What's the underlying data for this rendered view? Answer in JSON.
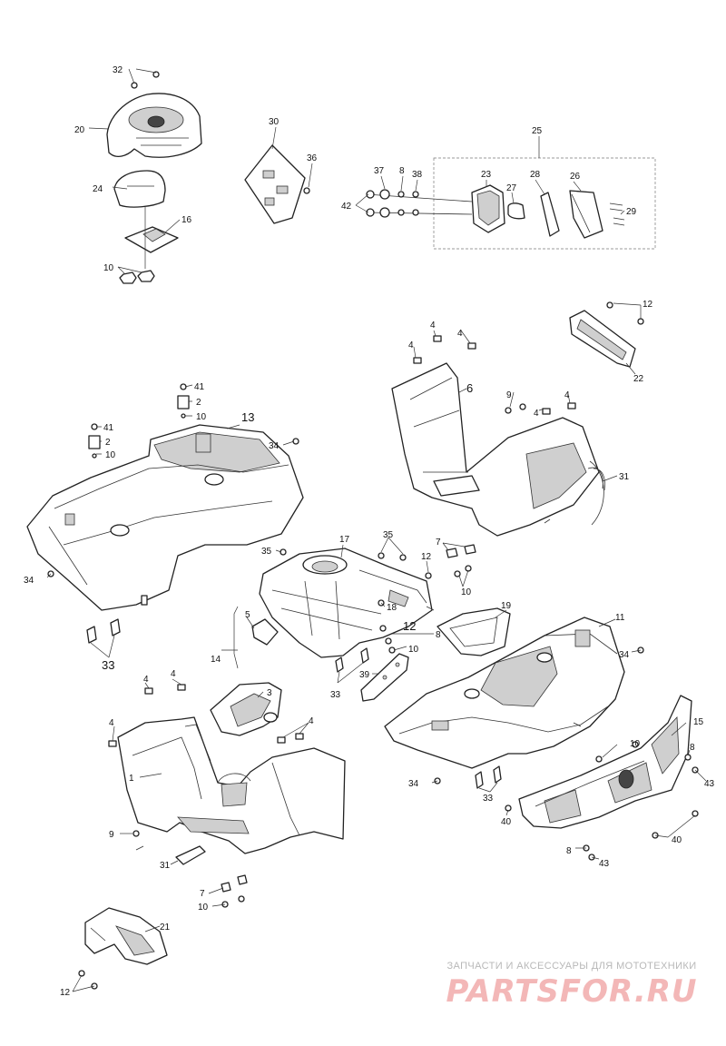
{
  "callouts": [
    "1",
    "2",
    "3",
    "4",
    "5",
    "6",
    "7",
    "8",
    "9",
    "10",
    "11",
    "12",
    "13",
    "14",
    "15",
    "16",
    "17",
    "18",
    "19",
    "20",
    "21",
    "22",
    "23",
    "24",
    "25",
    "26",
    "27",
    "28",
    "29",
    "30",
    "31",
    "32",
    "33",
    "34",
    "35",
    "36",
    "37",
    "38",
    "39",
    "40",
    "41",
    "42",
    "43"
  ],
  "watermark": {
    "tagline": "ЗАПЧАСТИ И АКСЕССУАРЫ ДЛЯ МОТОТЕХНИКИ",
    "logo": "PARTSFOR.RU"
  },
  "colors": {
    "line": "#222222",
    "watermark_text": "#b8b8b8",
    "watermark_logo": "#f3b7b7"
  }
}
